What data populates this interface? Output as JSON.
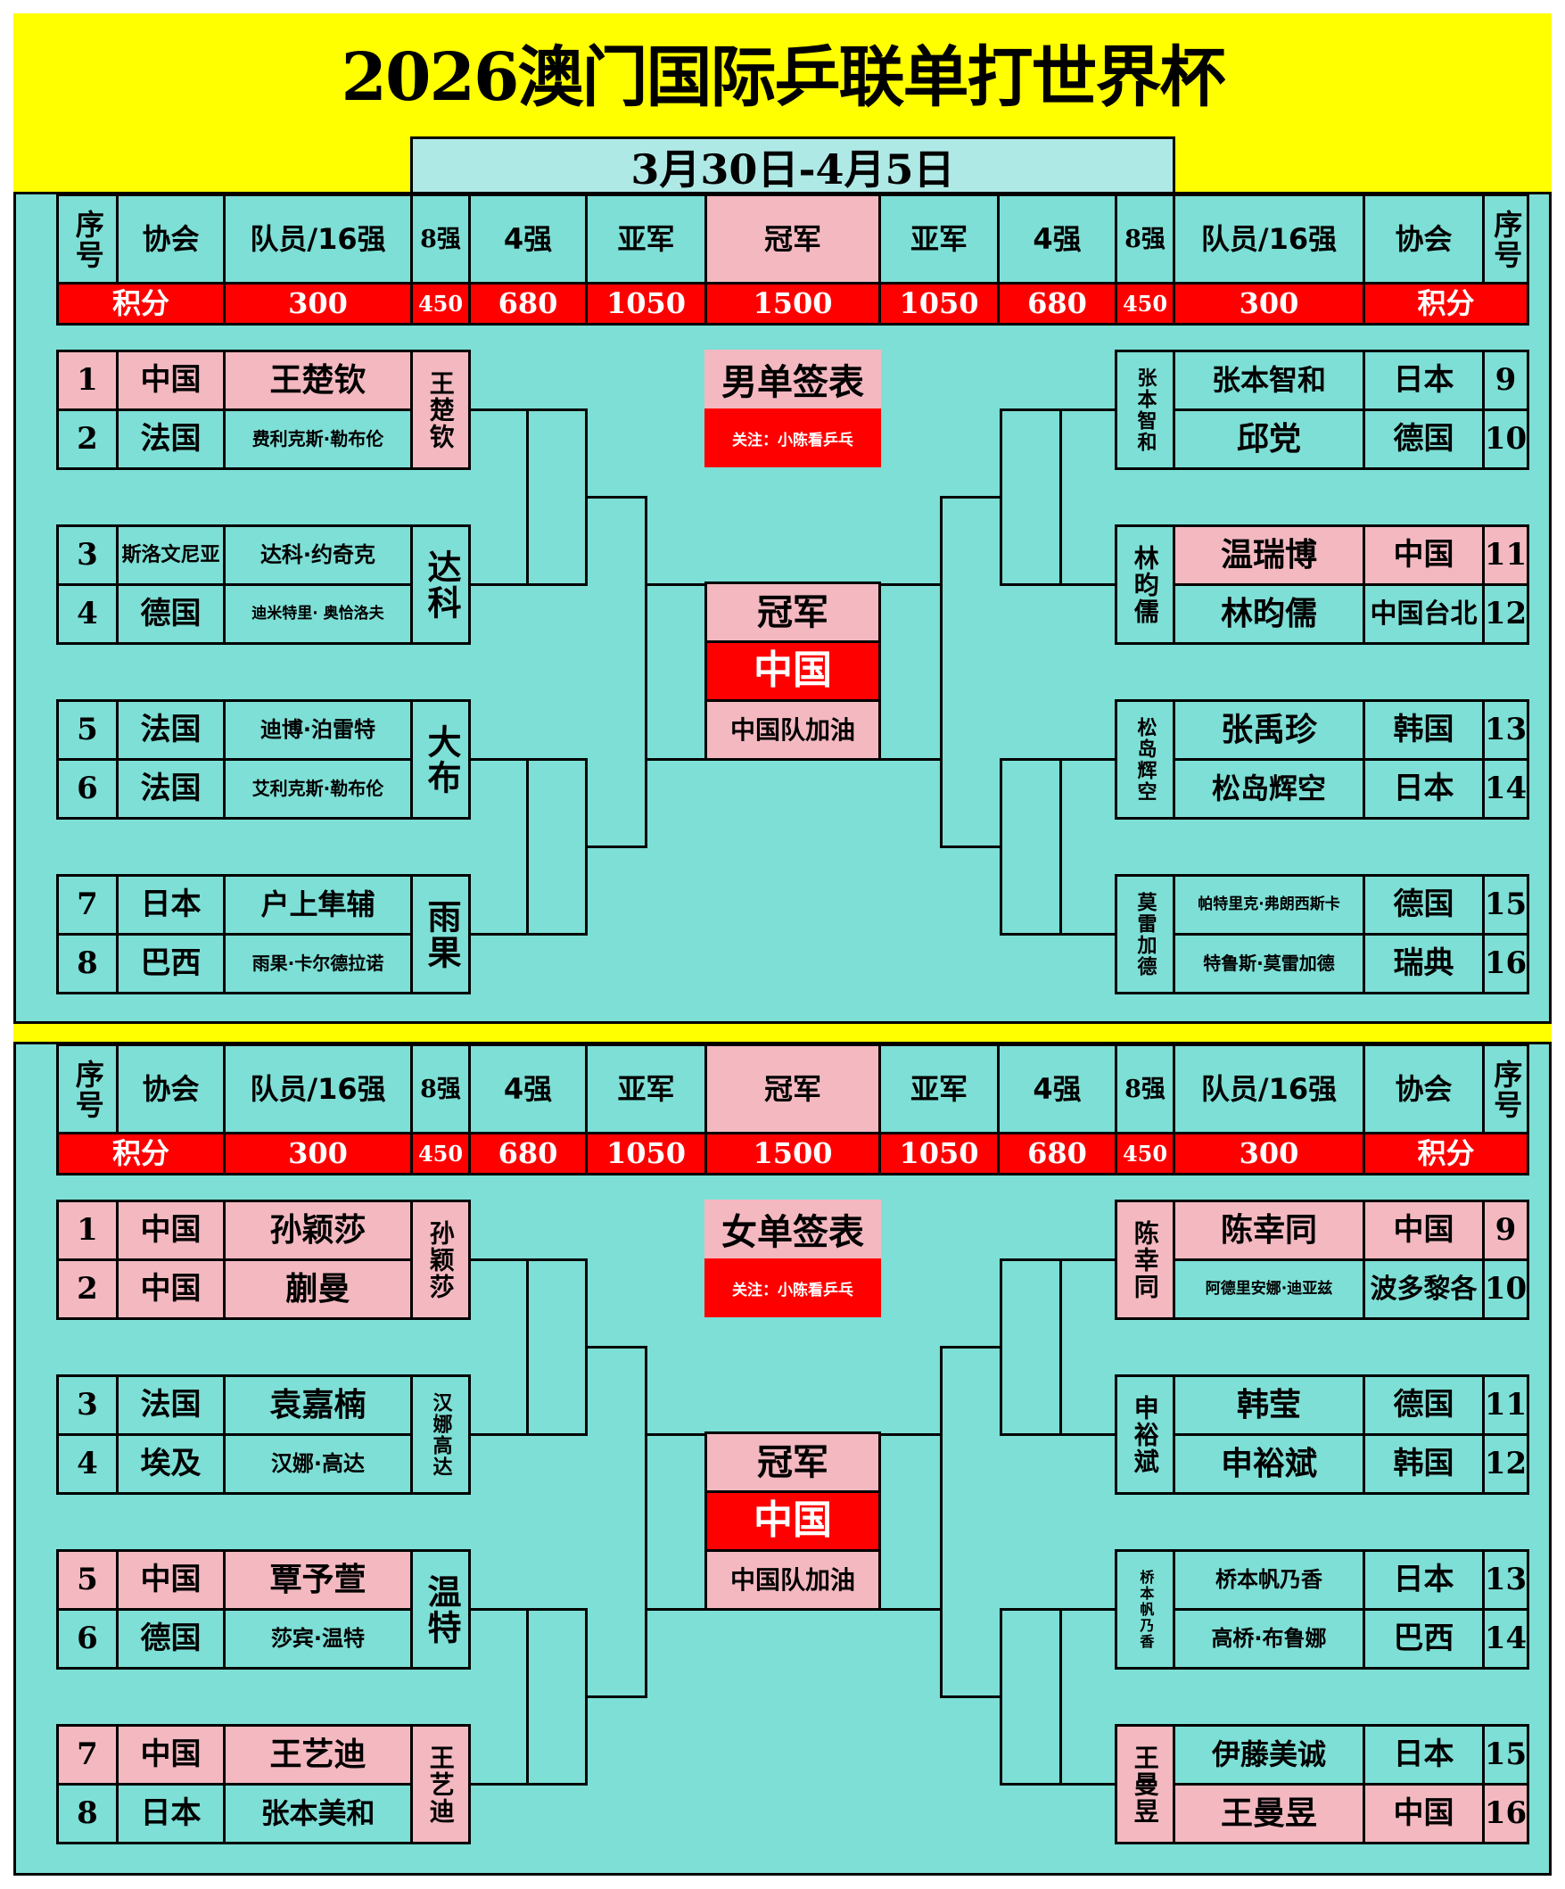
{
  "header": {
    "title": "2026澳门国际乒联单打世界杯",
    "dates": "3月30日-4月5日"
  },
  "columns": {
    "left": [
      "序号",
      "协会",
      "队员/16强",
      "8强",
      "4强",
      "亚军"
    ],
    "center": "冠军",
    "right": [
      "亚军",
      "4强",
      "8强",
      "队员/16强",
      "协会",
      "序号"
    ]
  },
  "points": {
    "label": "积分",
    "left": [
      "300",
      "450",
      "680",
      "1050"
    ],
    "center": "1500",
    "right": [
      "1050",
      "680",
      "450",
      "300"
    ]
  },
  "colors": {
    "yellow": "#ffff00",
    "teal": "#7ddfd6",
    "pink": "#f3b8c0",
    "red": "#ff0000"
  },
  "mens": {
    "title": "男单签表",
    "follow": "关注：小陈看乒乓",
    "champion_label": "冠军",
    "champion": "中国",
    "cheer": "中国队加油",
    "left_pairs": [
      {
        "winner": "王楚钦",
        "winner_pink": true,
        "players": [
          {
            "seed": "1",
            "assoc": "中国",
            "name": "王楚钦",
            "pink": true
          },
          {
            "seed": "2",
            "assoc": "法国",
            "name": "费利克斯·勒布伦",
            "pink": false
          }
        ]
      },
      {
        "winner": "达科",
        "winner_pink": false,
        "players": [
          {
            "seed": "3",
            "assoc": "斯洛文尼亚",
            "name": "达科·约奇克",
            "pink": false
          },
          {
            "seed": "4",
            "assoc": "德国",
            "name": "迪米特里· 奥恰洛夫",
            "pink": false
          }
        ]
      },
      {
        "winner": "大布",
        "winner_pink": false,
        "players": [
          {
            "seed": "5",
            "assoc": "法国",
            "name": "迪博·泊雷特",
            "pink": false
          },
          {
            "seed": "6",
            "assoc": "法国",
            "name": "艾利克斯·勒布伦",
            "pink": false
          }
        ]
      },
      {
        "winner": "雨果",
        "winner_pink": false,
        "players": [
          {
            "seed": "7",
            "assoc": "日本",
            "name": "户上隼辅",
            "pink": false
          },
          {
            "seed": "8",
            "assoc": "巴西",
            "name": "雨果·卡尔德拉诺",
            "pink": false
          }
        ]
      }
    ],
    "right_pairs": [
      {
        "winner": "张本智和",
        "winner_pink": false,
        "players": [
          {
            "seed": "9",
            "assoc": "日本",
            "name": "张本智和",
            "pink": false
          },
          {
            "seed": "10",
            "assoc": "德国",
            "name": "邱党",
            "pink": false
          }
        ]
      },
      {
        "winner": "林昀儒",
        "winner_pink": false,
        "players": [
          {
            "seed": "11",
            "assoc": "中国",
            "name": "温瑞博",
            "pink": true
          },
          {
            "seed": "12",
            "assoc": "中国台北",
            "name": "林昀儒",
            "pink": false
          }
        ]
      },
      {
        "winner": "松岛辉空",
        "winner_pink": false,
        "players": [
          {
            "seed": "13",
            "assoc": "韩国",
            "name": "张禹珍",
            "pink": false
          },
          {
            "seed": "14",
            "assoc": "日本",
            "name": "松岛辉空",
            "pink": false
          }
        ]
      },
      {
        "winner": "莫雷加德",
        "winner_pink": false,
        "players": [
          {
            "seed": "15",
            "assoc": "德国",
            "name": "帕特里克·弗朗西斯卡",
            "pink": false
          },
          {
            "seed": "16",
            "assoc": "瑞典",
            "name": "特鲁斯·莫雷加德",
            "pink": false
          }
        ]
      }
    ]
  },
  "womens": {
    "title": "女单签表",
    "follow": "关注：小陈看乒乓",
    "champion_label": "冠军",
    "champion": "中国",
    "cheer": "中国队加油",
    "left_pairs": [
      {
        "winner": "孙颖莎",
        "winner_pink": true,
        "players": [
          {
            "seed": "1",
            "assoc": "中国",
            "name": "孙颖莎",
            "pink": true
          },
          {
            "seed": "2",
            "assoc": "中国",
            "name": "蒯曼",
            "pink": true
          }
        ]
      },
      {
        "winner": "汉娜高达",
        "winner_pink": false,
        "players": [
          {
            "seed": "3",
            "assoc": "法国",
            "name": "袁嘉楠",
            "pink": false
          },
          {
            "seed": "4",
            "assoc": "埃及",
            "name": "汉娜·高达",
            "pink": false
          }
        ]
      },
      {
        "winner": "温特",
        "winner_pink": false,
        "players": [
          {
            "seed": "5",
            "assoc": "中国",
            "name": "覃予萱",
            "pink": true
          },
          {
            "seed": "6",
            "assoc": "德国",
            "name": "莎宾·温特",
            "pink": false
          }
        ]
      },
      {
        "winner": "王艺迪",
        "winner_pink": true,
        "players": [
          {
            "seed": "7",
            "assoc": "中国",
            "name": "王艺迪",
            "pink": true
          },
          {
            "seed": "8",
            "assoc": "日本",
            "name": "张本美和",
            "pink": false
          }
        ]
      }
    ],
    "right_pairs": [
      {
        "winner": "陈幸同",
        "winner_pink": true,
        "players": [
          {
            "seed": "9",
            "assoc": "中国",
            "name": "陈幸同",
            "pink": true
          },
          {
            "seed": "10",
            "assoc": "波多黎各",
            "name": "阿德里安娜·迪亚兹",
            "pink": false
          }
        ]
      },
      {
        "winner": "申裕斌",
        "winner_pink": false,
        "players": [
          {
            "seed": "11",
            "assoc": "德国",
            "name": "韩莹",
            "pink": false
          },
          {
            "seed": "12",
            "assoc": "韩国",
            "name": "申裕斌",
            "pink": false
          }
        ]
      },
      {
        "winner": "桥本帆乃香",
        "winner_pink": false,
        "players": [
          {
            "seed": "13",
            "assoc": "日本",
            "name": "桥本帆乃香",
            "pink": false
          },
          {
            "seed": "14",
            "assoc": "巴西",
            "name": "高桥·布鲁娜",
            "pink": false
          }
        ]
      },
      {
        "winner": "王曼昱",
        "winner_pink": true,
        "players": [
          {
            "seed": "15",
            "assoc": "日本",
            "name": "伊藤美诚",
            "pink": false
          },
          {
            "seed": "16",
            "assoc": "中国",
            "name": "王曼昱",
            "pink": true
          }
        ]
      }
    ]
  }
}
